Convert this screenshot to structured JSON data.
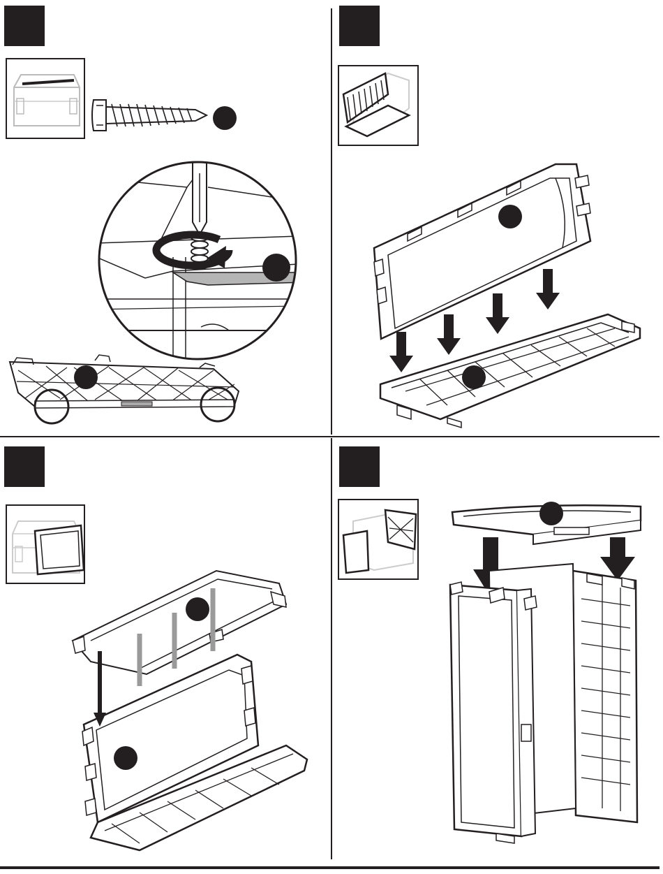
{
  "document": {
    "type": "assembly-instructions",
    "panels": [
      {
        "name": "panel-1",
        "step_label": "",
        "parts": [
          "screw",
          "base-panel"
        ]
      },
      {
        "name": "panel-2",
        "step_label": "",
        "parts": [
          "back-panel",
          "base-panel"
        ]
      },
      {
        "name": "panel-3",
        "step_label": "",
        "parts": [
          "side-panel",
          "back-panel",
          "base-panel"
        ]
      },
      {
        "name": "panel-4",
        "step_label": "",
        "parts": [
          "lid",
          "front-panel",
          "side-panel"
        ]
      }
    ]
  },
  "colors": {
    "ink": "#231f20",
    "panel_fill": "#ffffff",
    "shade": "#d9d9d9",
    "mid": "#9a9a9a"
  },
  "icons": [
    "screw-icon",
    "screwdriver-icon",
    "rotation-arrow-icon",
    "down-arrow-icon",
    "part-marker-icon",
    "zoom-circle-icon"
  ]
}
